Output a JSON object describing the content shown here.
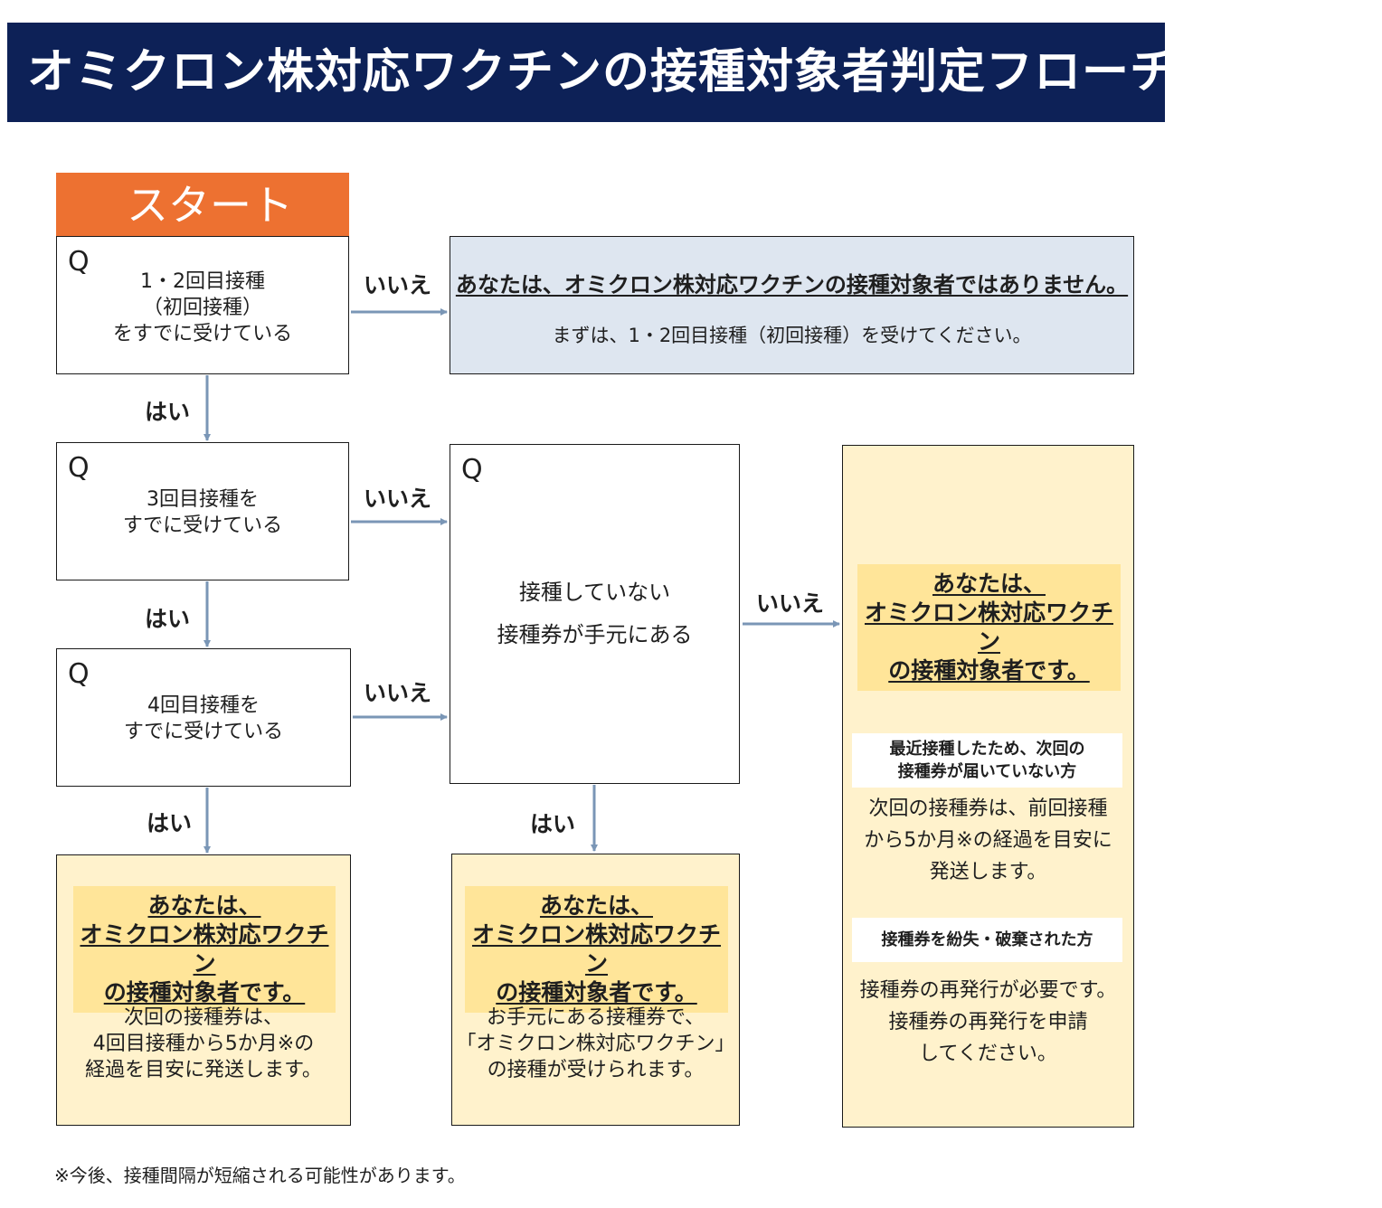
{
  "title": "オミクロン株対応ワクチンの接種対象者判定フローチャート",
  "start_label": "スタート",
  "q_mark": "Q",
  "q1": {
    "text": "1・2回目接種\n（初回接種）\nをすでに受けている"
  },
  "q2": {
    "text": "3回目接種を\nすでに受けている"
  },
  "q3": {
    "text": "4回目接種を\nすでに受けている"
  },
  "q4": {
    "text": "接種していない\n接種券が手元にある"
  },
  "not_eligible": {
    "heading": "あなたは、オミクロン株対応ワクチンの接種対象者ではありません。",
    "body": "まずは、1・2回目接種（初回接種）を受けてください。"
  },
  "result_a": {
    "heading": "あなたは、\nオミクロン株対応ワクチン\nの接種対象者です。",
    "body": "次回の接種券は、\n4回目接種から5か月※の\n経過を目安に発送します。"
  },
  "result_b": {
    "heading": "あなたは、\nオミクロン株対応ワクチン\nの接種対象者です。",
    "body": "お手元にある接種券で、\n「オミクロン株対応ワクチン」\nの接種が受けられます。"
  },
  "result_c": {
    "heading": "あなたは、\nオミクロン株対応ワクチン\nの接種対象者です。",
    "case1_label": "最近接種したため、次回の\n接種券が届いていない方",
    "case1_body": "次回の接種券は、前回接種\nから5か月※の経過を目安に\n発送します。",
    "case2_label": "接種券を紛失・破棄された方",
    "case2_body": "接種券の再発行が必要です。\n接種券の再発行を申請\nしてください。"
  },
  "labels": {
    "yes": "はい",
    "no": "いいえ"
  },
  "footnote": "※今後、接種間隔が短縮される可能性があります。",
  "colors": {
    "title_bg": "#0d2157",
    "start_bg": "#ed7131",
    "info_bg": "#dee6f0",
    "result_bg": "#fff2cc",
    "highlight_bg": "#ffe599",
    "arrow": "#7a96b6"
  }
}
